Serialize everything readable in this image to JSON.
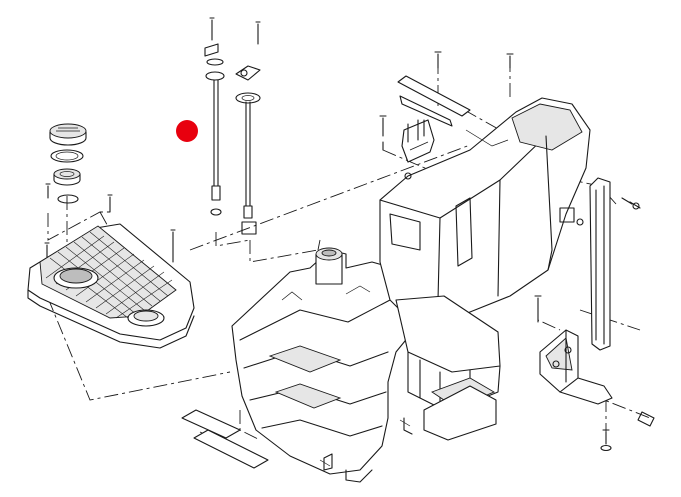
{
  "diagram": {
    "type": "exploded-parts-view",
    "marker": {
      "shape": "dot",
      "color": "#e8000e"
    },
    "line_color": "#1a1a1a",
    "background": "#ffffff",
    "parts": [
      "filler-cap",
      "cap-seal-ring",
      "filler-neck-flange",
      "neck-o-ring",
      "grated-top-cover",
      "sender-rod-short",
      "sender-rod-long",
      "main-tank-housing",
      "rear-tank-section",
      "mounting-strap-upper",
      "bracket-plate",
      "side-strap",
      "side-mount-bracket",
      "foot-pad-strips"
    ]
  }
}
